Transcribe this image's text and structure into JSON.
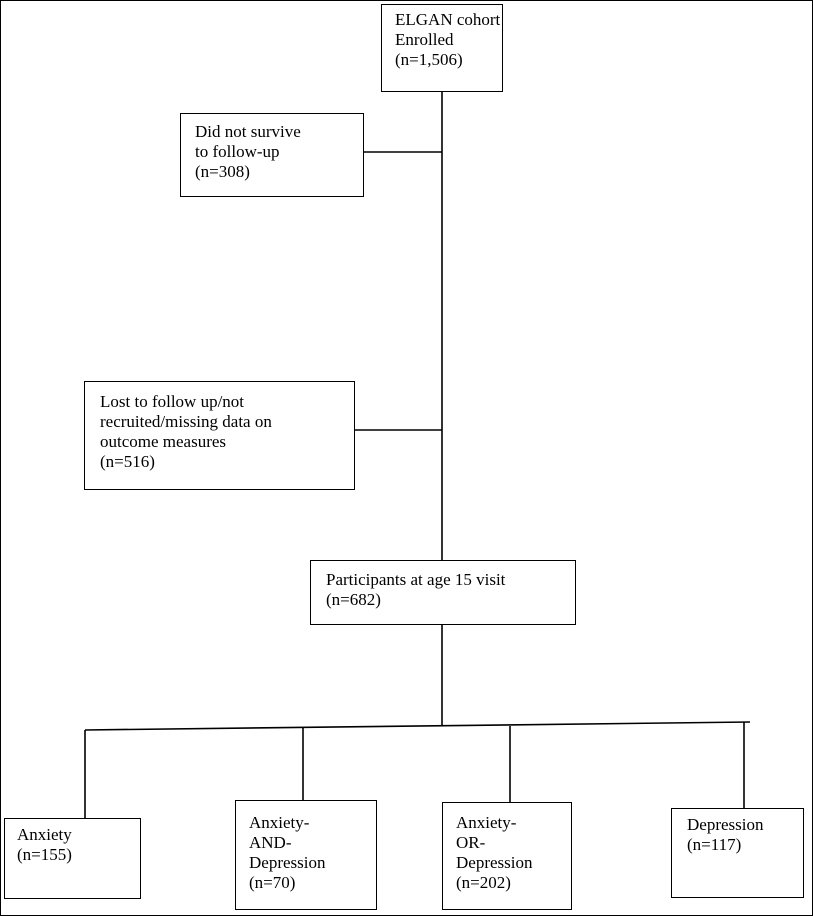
{
  "nodes": {
    "enrolled": {
      "lines": [
        "ELGAN cohort",
        "Enrolled",
        "(n=1,506)"
      ]
    },
    "did_not_survive": {
      "lines": [
        "Did not survive",
        "to follow-up",
        "(n=308)"
      ]
    },
    "lost_follow_up": {
      "lines": [
        "Lost to follow up/not",
        "recruited/missing data on",
        "outcome measures",
        "(n=516)"
      ]
    },
    "participants": {
      "lines": [
        "Participants at age 15 visit",
        "(n=682)"
      ]
    },
    "anxiety": {
      "lines": [
        "Anxiety",
        "(n=155)"
      ]
    },
    "anxiety_and_depression": {
      "lines": [
        "Anxiety-",
        "AND-",
        "Depression",
        "(n=70)"
      ]
    },
    "anxiety_or_depression": {
      "lines": [
        "Anxiety-",
        "OR-",
        "Depression",
        "(n=202)"
      ]
    },
    "depression": {
      "lines": [
        "Depression",
        "(n=117)"
      ]
    }
  }
}
